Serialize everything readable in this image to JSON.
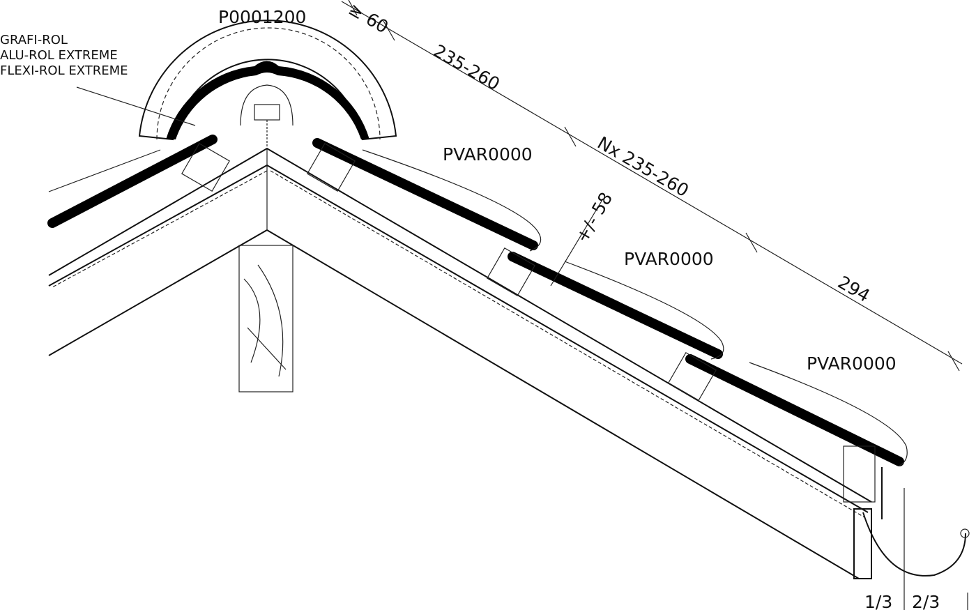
{
  "labels": {
    "ridge_product": "P0001200",
    "ridge_roll_1": "GRAFI-ROL",
    "ridge_roll_2": "ALU-ROL EXTREME",
    "ridge_roll_3": "FLEXI-ROL EXTREME",
    "tile_1": "PVAR0000",
    "tile_2": "PVAR0000",
    "tile_3": "PVAR0000"
  },
  "dimensions": {
    "top": "≥ 60",
    "first_batten": "235-260",
    "repeat_batten": "Nx 235-260",
    "eaves": "294",
    "tolerance": "+/- 58",
    "gutter_left": "1/3",
    "gutter_right": "2/3"
  },
  "colors": {
    "line": "#111111",
    "background": "#ffffff"
  }
}
